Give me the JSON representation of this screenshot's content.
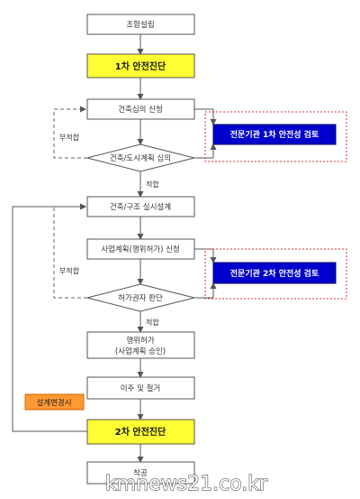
{
  "colors": {
    "highlight_fill": "#ffff33",
    "expert_fill": "#0000cc",
    "change_fill": "#ff9933",
    "box_fill": "#ffffff",
    "line": "#555555",
    "dotted_border": "#e03030"
  },
  "nodes": {
    "union_establish": "조합설립",
    "first_safety": "1차 안전진단",
    "arch_review_apply": "건축심의 신청",
    "review_decision": "건축/도시계획 심의",
    "design": "건축/구조 실시설계",
    "project_plan_apply": "사업계획(행위허가) 신청",
    "permit_decision": "허가권자 판단",
    "action_permit_line1": "행위허가",
    "action_permit_line2": "(사업계획 승인)",
    "relocation": "이주 및 철거",
    "second_safety": "2차 안전진단",
    "start": "착공"
  },
  "labels": {
    "fit_1": "적합",
    "unfit_1": "부적합",
    "fit_2": "적합",
    "unfit_2": "부적합",
    "design_change": "설계변경시"
  },
  "expert_reviews": {
    "first": "전문기관 1차 안전성 검토",
    "second": "전문기관 2차 안전성 검토"
  },
  "watermark": "kmnews21.co.kr"
}
